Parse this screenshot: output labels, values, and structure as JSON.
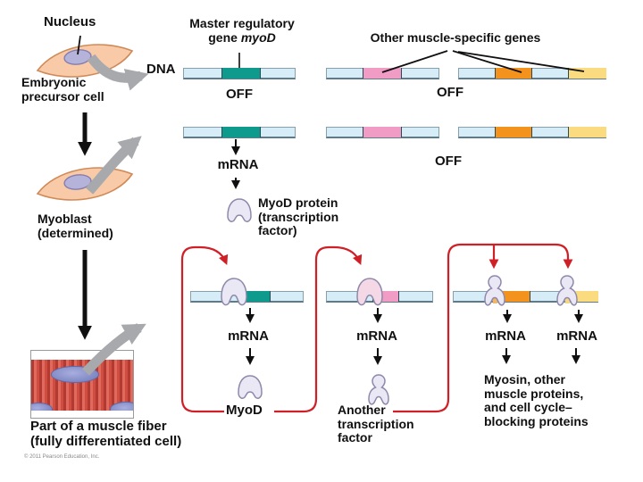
{
  "figure": {
    "left_flow": {
      "nucleus_label": "Nucleus",
      "embryonic_lines": [
        "Embryonic",
        "precursor cell"
      ],
      "myoblast_lines": [
        "Myoblast",
        "(determined)"
      ],
      "fiber_lines": [
        "Part of a muscle fiber",
        "(fully differentiated cell)"
      ],
      "copyright": "© 2011 Pearson Education, Inc."
    },
    "header": {
      "dna_label": "DNA",
      "master_line1": "Master regulatory",
      "master_line2_prefix": "gene",
      "master_line2_gene": "myoD",
      "other_genes_label": "Other muscle-specific genes"
    },
    "states": {
      "off_row1_left": "OFF",
      "off_row1_right": "OFF",
      "off_row2_right": "OFF"
    },
    "row2": {
      "mrna": "mRNA",
      "myod_protein_lines": [
        "MyoD protein",
        "(transcription",
        "factor)"
      ]
    },
    "row3": {
      "mrna_myod": "mRNA",
      "mrna_tf": "mRNA",
      "mrna_myosin1": "mRNA",
      "mrna_myosin2": "mRNA",
      "myod_label": "MyoD",
      "another_tf_lines": [
        "Another",
        "transcription",
        "factor"
      ],
      "myosin_lines": [
        "Myosin, other",
        "muscle proteins,",
        "and cell cycle–",
        "blocking proteins"
      ]
    },
    "colors": {
      "dna_strand_blue": "#d6edf8",
      "myod_gene_teal": "#0f9a8e",
      "muscle_gene_pink": "#f19cc4",
      "muscle_gene_orange": "#f3921d",
      "muscle_gene_yellow": "#fbdb7f",
      "regulatory_arrow_red": "#d02027",
      "flow_arrow_gray": "#a7a9ac",
      "cell_fill_peach": "#f8caa8",
      "nucleus_lavender": "#b6b3da"
    }
  }
}
